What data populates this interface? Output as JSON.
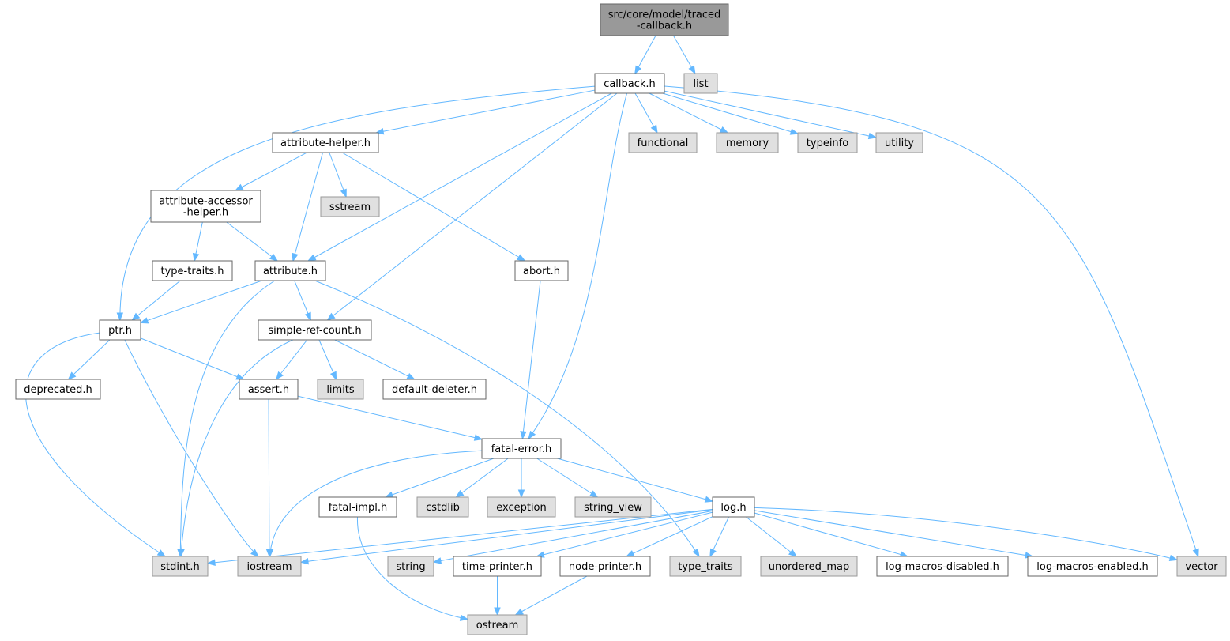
{
  "colors": {
    "edge": "#63b8ff",
    "root_fill": "#999999",
    "external_fill": "#e0e0e0",
    "local_fill": "#ffffff"
  },
  "nodes": [
    {
      "id": "root",
      "lines": [
        "src/core/model/traced",
        "-callback.h"
      ],
      "kind": "root"
    },
    {
      "id": "callback",
      "lines": [
        "callback.h"
      ],
      "kind": "local"
    },
    {
      "id": "list",
      "lines": [
        "list"
      ],
      "kind": "external"
    },
    {
      "id": "attribute_helper",
      "lines": [
        "attribute-helper.h"
      ],
      "kind": "local"
    },
    {
      "id": "functional",
      "lines": [
        "functional"
      ],
      "kind": "external"
    },
    {
      "id": "memory",
      "lines": [
        "memory"
      ],
      "kind": "external"
    },
    {
      "id": "typeinfo",
      "lines": [
        "typeinfo"
      ],
      "kind": "external"
    },
    {
      "id": "utility",
      "lines": [
        "utility"
      ],
      "kind": "external"
    },
    {
      "id": "attribute_accessor_helper",
      "lines": [
        "attribute-accessor",
        "-helper.h"
      ],
      "kind": "local"
    },
    {
      "id": "sstream",
      "lines": [
        "sstream"
      ],
      "kind": "external"
    },
    {
      "id": "type_traits_h",
      "lines": [
        "type-traits.h"
      ],
      "kind": "local"
    },
    {
      "id": "attribute",
      "lines": [
        "attribute.h"
      ],
      "kind": "local"
    },
    {
      "id": "abort",
      "lines": [
        "abort.h"
      ],
      "kind": "local"
    },
    {
      "id": "ptr",
      "lines": [
        "ptr.h"
      ],
      "kind": "local"
    },
    {
      "id": "simple_ref_count",
      "lines": [
        "simple-ref-count.h"
      ],
      "kind": "local"
    },
    {
      "id": "deprecated",
      "lines": [
        "deprecated.h"
      ],
      "kind": "local"
    },
    {
      "id": "assert",
      "lines": [
        "assert.h"
      ],
      "kind": "local"
    },
    {
      "id": "limits",
      "lines": [
        "limits"
      ],
      "kind": "external"
    },
    {
      "id": "default_deleter",
      "lines": [
        "default-deleter.h"
      ],
      "kind": "local"
    },
    {
      "id": "fatal_error",
      "lines": [
        "fatal-error.h"
      ],
      "kind": "local"
    },
    {
      "id": "fatal_impl",
      "lines": [
        "fatal-impl.h"
      ],
      "kind": "local"
    },
    {
      "id": "cstdlib",
      "lines": [
        "cstdlib"
      ],
      "kind": "external"
    },
    {
      "id": "exception",
      "lines": [
        "exception"
      ],
      "kind": "external"
    },
    {
      "id": "string_view",
      "lines": [
        "string_view"
      ],
      "kind": "external"
    },
    {
      "id": "log",
      "lines": [
        "log.h"
      ],
      "kind": "local"
    },
    {
      "id": "stdint",
      "lines": [
        "stdint.h"
      ],
      "kind": "external"
    },
    {
      "id": "iostream",
      "lines": [
        "iostream"
      ],
      "kind": "external"
    },
    {
      "id": "string",
      "lines": [
        "string"
      ],
      "kind": "external"
    },
    {
      "id": "time_printer",
      "lines": [
        "time-printer.h"
      ],
      "kind": "local"
    },
    {
      "id": "node_printer",
      "lines": [
        "node-printer.h"
      ],
      "kind": "local"
    },
    {
      "id": "type_traits",
      "lines": [
        "type_traits"
      ],
      "kind": "external"
    },
    {
      "id": "unordered_map",
      "lines": [
        "unordered_map"
      ],
      "kind": "external"
    },
    {
      "id": "log_macros_disabled",
      "lines": [
        "log-macros-disabled.h"
      ],
      "kind": "local"
    },
    {
      "id": "log_macros_enabled",
      "lines": [
        "log-macros-enabled.h"
      ],
      "kind": "local"
    },
    {
      "id": "vector",
      "lines": [
        "vector"
      ],
      "kind": "external"
    },
    {
      "id": "ostream",
      "lines": [
        "ostream"
      ],
      "kind": "external"
    }
  ],
  "edges": [
    [
      "root",
      "callback"
    ],
    [
      "root",
      "list"
    ],
    [
      "callback",
      "ptr"
    ],
    [
      "callback",
      "attribute_helper"
    ],
    [
      "callback",
      "attribute"
    ],
    [
      "callback",
      "simple_ref_count"
    ],
    [
      "callback",
      "fatal_error"
    ],
    [
      "callback",
      "functional"
    ],
    [
      "callback",
      "memory"
    ],
    [
      "callback",
      "typeinfo"
    ],
    [
      "callback",
      "utility"
    ],
    [
      "callback",
      "vector"
    ],
    [
      "attribute_helper",
      "attribute_accessor_helper"
    ],
    [
      "attribute_helper",
      "sstream"
    ],
    [
      "attribute_helper",
      "attribute"
    ],
    [
      "attribute_helper",
      "abort"
    ],
    [
      "attribute_accessor_helper",
      "type_traits_h"
    ],
    [
      "attribute_accessor_helper",
      "attribute"
    ],
    [
      "type_traits_h",
      "ptr"
    ],
    [
      "attribute",
      "ptr"
    ],
    [
      "attribute",
      "simple_ref_count"
    ],
    [
      "attribute",
      "stdint"
    ],
    [
      "attribute",
      "type_traits"
    ],
    [
      "abort",
      "fatal_error"
    ],
    [
      "ptr",
      "deprecated"
    ],
    [
      "ptr",
      "assert"
    ],
    [
      "ptr",
      "stdint"
    ],
    [
      "ptr",
      "iostream"
    ],
    [
      "simple_ref_count",
      "assert"
    ],
    [
      "simple_ref_count",
      "limits"
    ],
    [
      "simple_ref_count",
      "default_deleter"
    ],
    [
      "simple_ref_count",
      "stdint"
    ],
    [
      "assert",
      "fatal_error"
    ],
    [
      "assert",
      "iostream"
    ],
    [
      "fatal_error",
      "fatal_impl"
    ],
    [
      "fatal_error",
      "cstdlib"
    ],
    [
      "fatal_error",
      "exception"
    ],
    [
      "fatal_error",
      "string_view"
    ],
    [
      "fatal_error",
      "log"
    ],
    [
      "fatal_error",
      "iostream"
    ],
    [
      "fatal_impl",
      "ostream"
    ],
    [
      "log",
      "stdint"
    ],
    [
      "log",
      "iostream"
    ],
    [
      "log",
      "string"
    ],
    [
      "log",
      "time_printer"
    ],
    [
      "log",
      "node_printer"
    ],
    [
      "log",
      "type_traits"
    ],
    [
      "log",
      "unordered_map"
    ],
    [
      "log",
      "log_macros_disabled"
    ],
    [
      "log",
      "log_macros_enabled"
    ],
    [
      "log",
      "vector"
    ],
    [
      "time_printer",
      "ostream"
    ],
    [
      "node_printer",
      "ostream"
    ]
  ]
}
